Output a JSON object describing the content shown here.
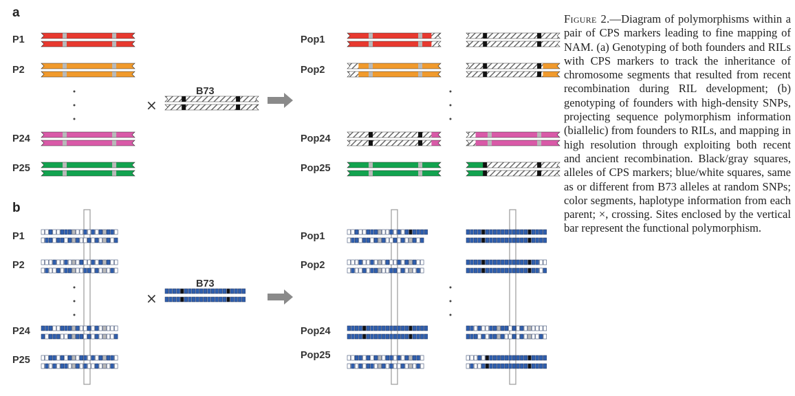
{
  "colors": {
    "p1": "#e8392f",
    "p2": "#f19a2c",
    "p24": "#d95aa8",
    "p25": "#12a34f",
    "b73_blue": "#2f5fae",
    "marker_gray": "#b9b9b9",
    "marker_black": "#111111",
    "hatch_fill": "#ffffff",
    "hatch_line": "#555555",
    "outline": "#333333",
    "arrow": "#8a8a8a"
  },
  "diagram": {
    "panel_a": {
      "label": "a",
      "founders": [
        {
          "label": "P1",
          "color": "p1"
        },
        {
          "label": "P2",
          "color": "p2"
        },
        {
          "label": "P24",
          "color": "p24"
        },
        {
          "label": "P25",
          "color": "p25"
        }
      ],
      "common_parent": "B73",
      "cross_symbol": "×",
      "populations": [
        {
          "label": "Pop1",
          "color": "p1"
        },
        {
          "label": "Pop2",
          "color": "p2"
        },
        {
          "label": "Pop24",
          "color": "p24"
        },
        {
          "label": "Pop25",
          "color": "p25"
        }
      ]
    },
    "panel_b": {
      "label": "b",
      "founders": [
        {
          "label": "P1"
        },
        {
          "label": "P2"
        },
        {
          "label": "P24"
        },
        {
          "label": "P25"
        }
      ],
      "common_parent": "B73",
      "cross_symbol": "×",
      "populations": [
        {
          "label": "Pop1"
        },
        {
          "label": "Pop2"
        },
        {
          "label": "Pop24"
        },
        {
          "label": "Pop25"
        }
      ]
    }
  },
  "caption": {
    "head": "Figure 2.",
    "body": "—Diagram of polymorphisms within a pair of CPS markers leading to fine mapping of NAM. (a) Genotyping of both founders and RILs with CPS markers to track the inheritance of chromosome segments that resulted from recent recombination during RIL development; (b) genotyping of founders with high-density SNPs, projecting sequence polymorphism information (biallelic) from founders to RILs, and mapping in high resolution through exploiting both recent and ancient recombination. Black/gray squares, alleles of CPS markers; blue/white squares, same as or different from B73 alleles at random SNPs; color segments, haplotype information from each parent; ×, crossing. Sites enclosed by the vertical bar represent the functional polymorphism."
  }
}
